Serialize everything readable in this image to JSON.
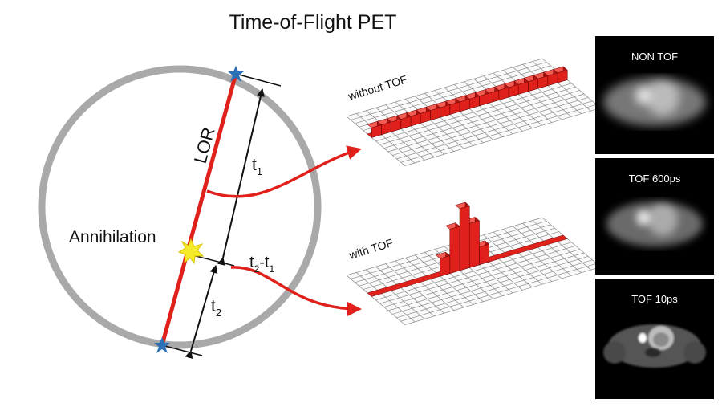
{
  "title": "Time-of-Flight PET",
  "diagram": {
    "lor_label": "LOR",
    "annihilation_label": "Annihilation",
    "t1_base": "t",
    "t1_sub": "1",
    "t2_base": "t",
    "t2_sub": "2",
    "t2t1_a": "t",
    "t2t1_a_sub": "2",
    "t2t1_dash": "-t",
    "t2t1_b_sub": "1",
    "without_tof_label": "without TOF",
    "with_tof_label": "with TOF"
  },
  "panels": [
    {
      "label": "NON TOF"
    },
    {
      "label": "TOF 600ps"
    },
    {
      "label": "TOF 10ps"
    }
  ],
  "colors": {
    "ring": "#a9a9a9",
    "line": "#e0201b",
    "arrow": "#e0201b",
    "detector": "#2a6fb7",
    "burst": "#f4ea2a"
  }
}
